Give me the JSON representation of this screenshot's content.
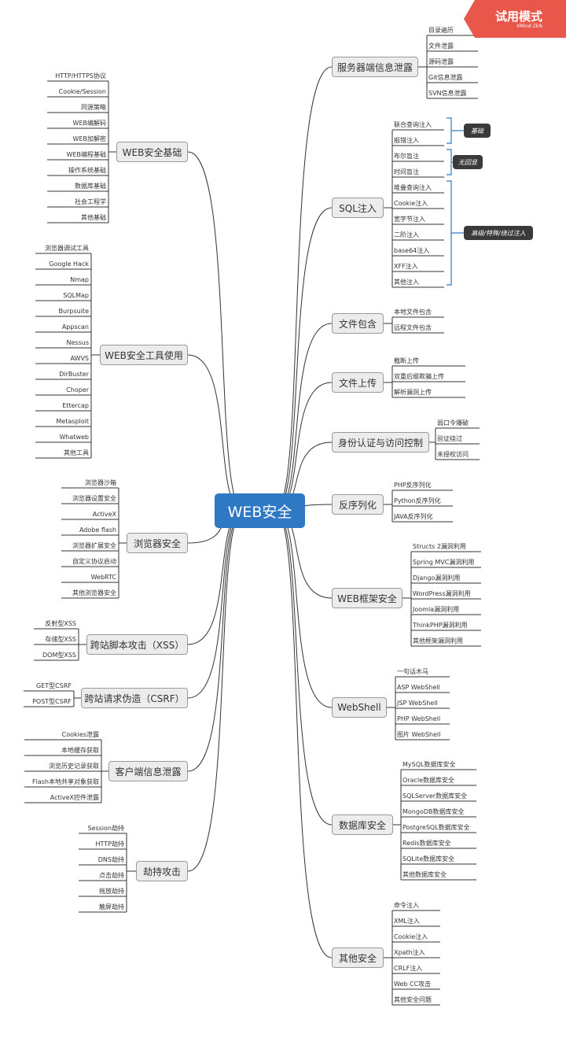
{
  "watermark": {
    "title": "试用模式",
    "brand": "XMind ZEN"
  },
  "central": "WEB安全",
  "right": [
    {
      "label": "服务器端信息泄露",
      "children": [
        "目录遍历",
        "文件泄露",
        "源码泄露",
        "Git信息泄露",
        "SVN信息泄露"
      ]
    },
    {
      "label": "SQL注入",
      "children": [
        "联合查询注入",
        "报错注入",
        "布尔盲注",
        "时间盲注",
        "堆叠查询注入",
        "Cookie注入",
        "宽字节注入",
        "二阶注入",
        "base64注入",
        "XFF注入",
        "其他注入"
      ]
    },
    {
      "label": "文件包含",
      "children": [
        "本地文件包含",
        "远程文件包含"
      ]
    },
    {
      "label": "文件上传",
      "children": [
        "截断上传",
        "双重后缀欺骗上传",
        "解析漏洞上传"
      ]
    },
    {
      "label": "身份认证与访问控制",
      "children": [
        "弱口令爆破",
        "验证绕过",
        "未授权访问"
      ]
    },
    {
      "label": "反序列化",
      "children": [
        "PHP反序列化",
        "Python反序列化",
        "JAVA反序列化"
      ]
    },
    {
      "label": "WEB框架安全",
      "children": [
        "Structs 2漏洞利用",
        "Spring MVC漏洞利用",
        "Django漏洞利用",
        "WordPress漏洞利用",
        "Joomla漏洞利用",
        "ThinkPHP漏洞利用",
        "其他框架漏洞利用"
      ]
    },
    {
      "label": "WebShell",
      "children": [
        "一句话木马",
        "ASP WebShell",
        "JSP WebShell",
        "PHP WebShell",
        "图片 WebShell"
      ]
    },
    {
      "label": "数据库安全",
      "children": [
        "MySQL数据库安全",
        "Oracle数据库安全",
        "SQLServer数据库安全",
        "MongoDB数据库安全",
        "PostgreSQL数据库安全",
        "Redis数据库安全",
        "SQLite数据库安全",
        "其他数据库安全"
      ]
    },
    {
      "label": "其他安全",
      "children": [
        "命令注入",
        "XML注入",
        "Cookie注入",
        "Xpath注入",
        "CRLF注入",
        "Web CC攻击",
        "其他安全问题"
      ]
    }
  ],
  "left": [
    {
      "label": "WEB安全基础",
      "children": [
        "HTTP/HTTPS协议",
        "Cookie/Session",
        "同源策略",
        "WEB编解码",
        "WEB加解密",
        "WEB编程基础",
        "操作系统基础",
        "数据库基础",
        "社会工程学",
        "其他基础"
      ]
    },
    {
      "label": "WEB安全工具使用",
      "children": [
        "浏览器调试工具",
        "Google Hack",
        "Nmap",
        "SQLMap",
        "Burpsuite",
        "Appscan",
        "Nessus",
        "AWVS",
        "DirBuster",
        "Choper",
        "Ettercap",
        "Metasploit",
        "Whatweb",
        "其他工具"
      ]
    },
    {
      "label": "浏览器安全",
      "children": [
        "浏览器沙箱",
        "浏览器设置安全",
        "ActiveX",
        "Adobe flash",
        "浏览器扩展安全",
        "自定义协议启动",
        "WebRTC",
        "其他浏览器安全"
      ]
    },
    {
      "label": "跨站脚本攻击（XSS）",
      "children": [
        "反射型XSS",
        "存储型XSS",
        "DOM型XSS"
      ]
    },
    {
      "label": "跨站请求伪造（CSRF）",
      "children": [
        "GET型CSRF",
        "POST型CSRF"
      ]
    },
    {
      "label": "客户端信息泄露",
      "children": [
        "Cookies泄露",
        "本地缓存获取",
        "浏览历史记录获取",
        "Flash本地共享对象获取",
        "ActiveX控件泄露"
      ]
    },
    {
      "label": "劫持攻击",
      "children": [
        "Session劫持",
        "HTTP劫持",
        "DNS劫持",
        "点击劫持",
        "拖放劫持",
        "触屏劫持"
      ]
    }
  ],
  "sql_tags": [
    "基础",
    "无回显",
    "高级/特殊/绕过注入"
  ],
  "colors": {
    "central": "#2f78c4",
    "line": "#333333",
    "bracket": "#2f78c4",
    "watermark": "#e8574a",
    "tag": "#3a3a3a"
  }
}
